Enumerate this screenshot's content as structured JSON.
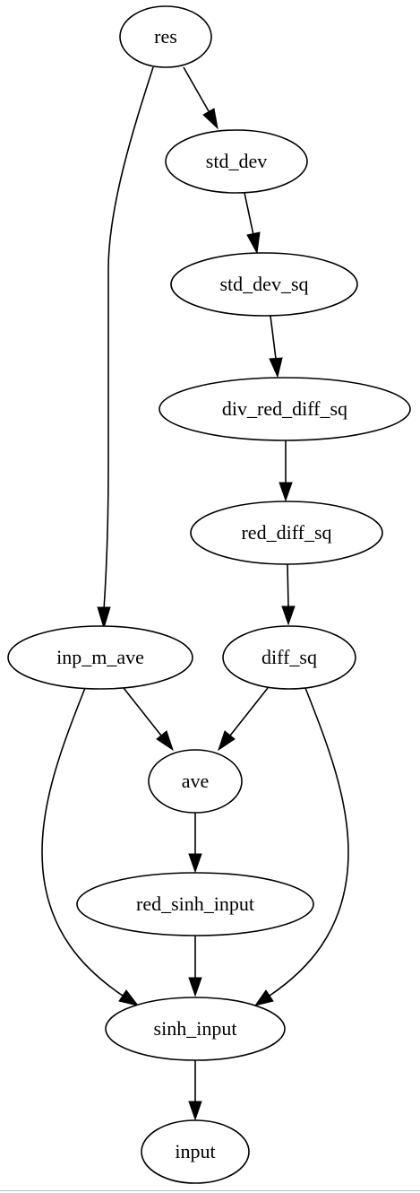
{
  "nodes": {
    "res": "res",
    "std_dev": "std_dev",
    "std_dev_sq": "std_dev_sq",
    "div_red_diff_sq": "div_red_diff_sq",
    "red_diff_sq": "red_diff_sq",
    "inp_m_ave": "inp_m_ave",
    "diff_sq": "diff_sq",
    "ave": "ave",
    "red_sinh_input": "red_sinh_input",
    "sinh_input": "sinh_input",
    "input": "input"
  },
  "edges": [
    {
      "from": "res",
      "to": "std_dev"
    },
    {
      "from": "res",
      "to": "inp_m_ave"
    },
    {
      "from": "std_dev",
      "to": "std_dev_sq"
    },
    {
      "from": "std_dev_sq",
      "to": "div_red_diff_sq"
    },
    {
      "from": "div_red_diff_sq",
      "to": "red_diff_sq"
    },
    {
      "from": "red_diff_sq",
      "to": "diff_sq"
    },
    {
      "from": "inp_m_ave",
      "to": "ave"
    },
    {
      "from": "diff_sq",
      "to": "ave"
    },
    {
      "from": "inp_m_ave",
      "to": "sinh_input"
    },
    {
      "from": "diff_sq",
      "to": "sinh_input"
    },
    {
      "from": "ave",
      "to": "red_sinh_input"
    },
    {
      "from": "red_sinh_input",
      "to": "sinh_input"
    },
    {
      "from": "sinh_input",
      "to": "input"
    }
  ]
}
